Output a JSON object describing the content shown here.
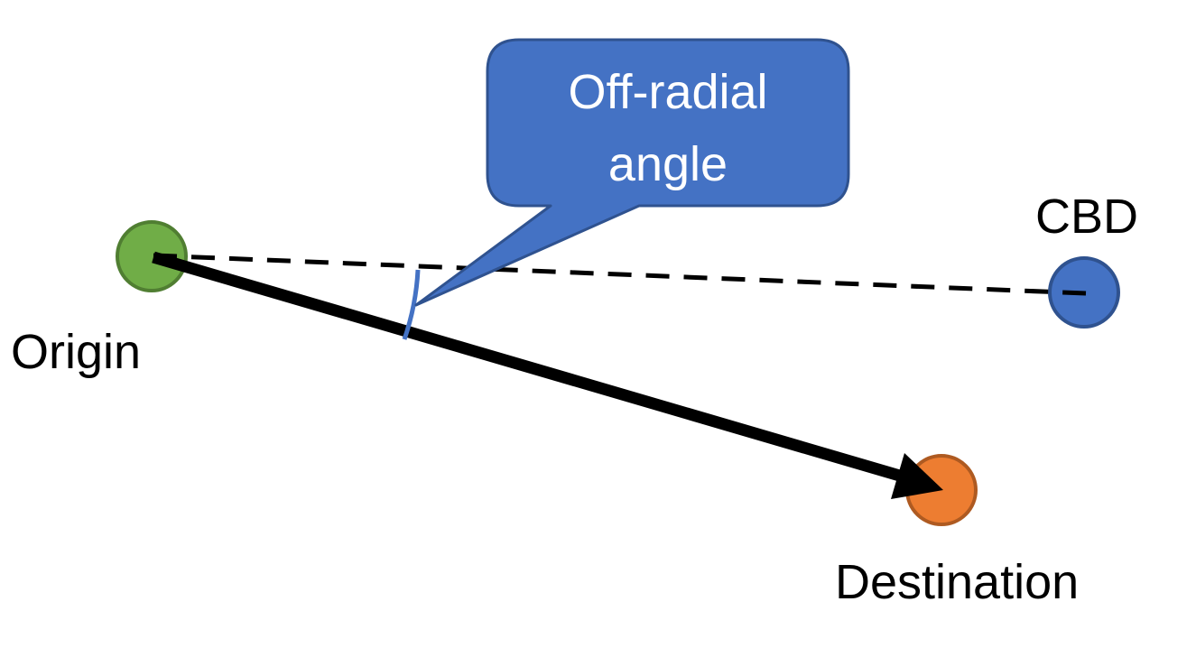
{
  "nodes": {
    "origin": {
      "label": "Origin",
      "fill": "#70ad47",
      "stroke": "#507e32"
    },
    "cbd": {
      "label": "CBD",
      "fill": "#4472c4",
      "stroke": "#2f528f"
    },
    "destination": {
      "label": "Destination",
      "fill": "#ed7d31",
      "stroke": "#ae5a21"
    }
  },
  "edges": {
    "trip": {
      "from": "origin",
      "to": "destination",
      "style": "solid-arrow",
      "color": "#000000"
    },
    "radial": {
      "from": "origin",
      "to": "cbd",
      "style": "dashed",
      "color": "#000000"
    }
  },
  "angle_marker": {
    "color": "#4472c4",
    "between": [
      "radial",
      "trip"
    ]
  },
  "callout": {
    "line1": "Off-radial",
    "line2": "angle",
    "fill": "#4472c4",
    "stroke": "#2f528f",
    "text_color": "#ffffff"
  }
}
